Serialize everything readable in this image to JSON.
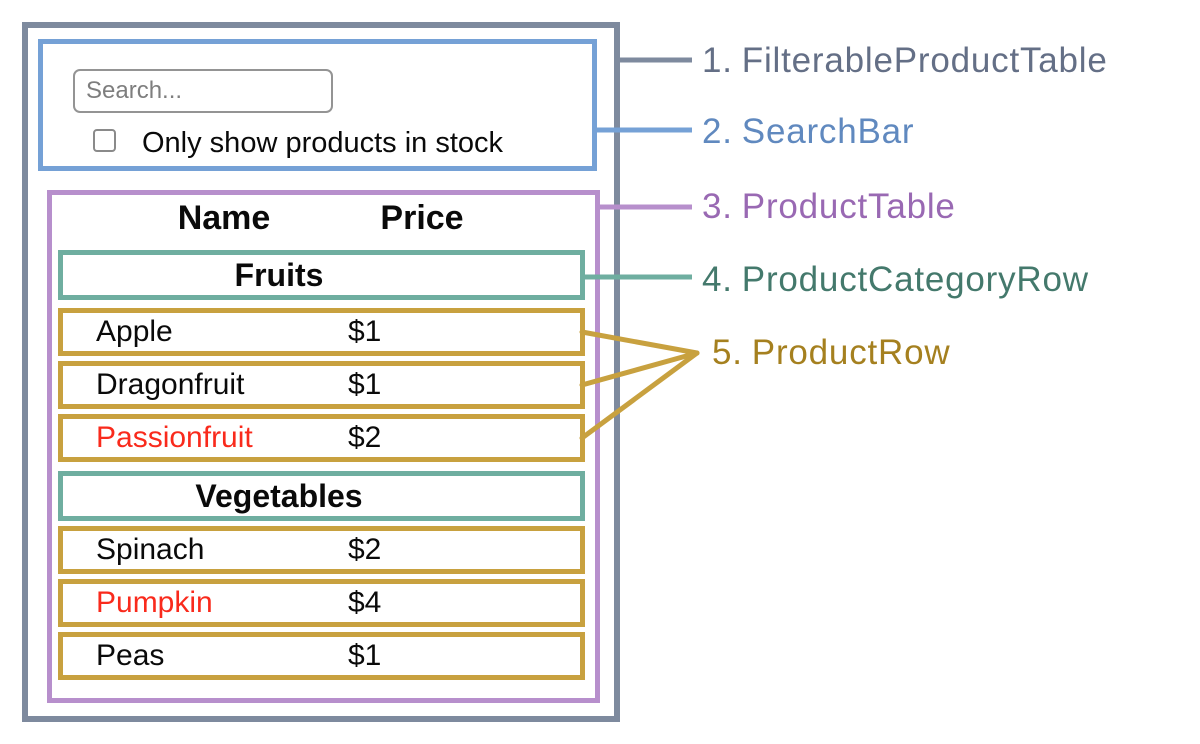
{
  "colors": {
    "outer": "#7E8A9E",
    "outer_label": "#646F86",
    "blue": "#75A1D6",
    "blue_label": "#6089BF",
    "purple": "#B78FCC",
    "purple_label": "#9969B3",
    "teal": "#6FAEA0",
    "teal_label": "#44796C",
    "gold": "#C8A13F",
    "gold_label": "#A5801F",
    "red": "#F92A1C"
  },
  "search_bar": {
    "placeholder": "Search...",
    "checkbox_label": "Only show products in stock",
    "checkbox_checked": false
  },
  "product_table": {
    "headers": {
      "name": "Name",
      "price": "Price"
    },
    "sections": [
      {
        "category": "Fruits",
        "rows": [
          {
            "name": "Apple",
            "price": "$1",
            "in_stock": true
          },
          {
            "name": "Dragonfruit",
            "price": "$1",
            "in_stock": true
          },
          {
            "name": "Passionfruit",
            "price": "$2",
            "in_stock": false
          }
        ]
      },
      {
        "category": "Vegetables",
        "rows": [
          {
            "name": "Spinach",
            "price": "$2",
            "in_stock": true
          },
          {
            "name": "Pumpkin",
            "price": "$4",
            "in_stock": false
          },
          {
            "name": "Peas",
            "price": "$1",
            "in_stock": true
          }
        ]
      }
    ]
  },
  "legend": [
    {
      "number": "1.",
      "name": "FilterableProductTable"
    },
    {
      "number": "2.",
      "name": "SearchBar"
    },
    {
      "number": "3.",
      "name": "ProductTable"
    },
    {
      "number": "4.",
      "name": "ProductCategoryRow"
    },
    {
      "number": "5.",
      "name": "ProductRow"
    }
  ]
}
